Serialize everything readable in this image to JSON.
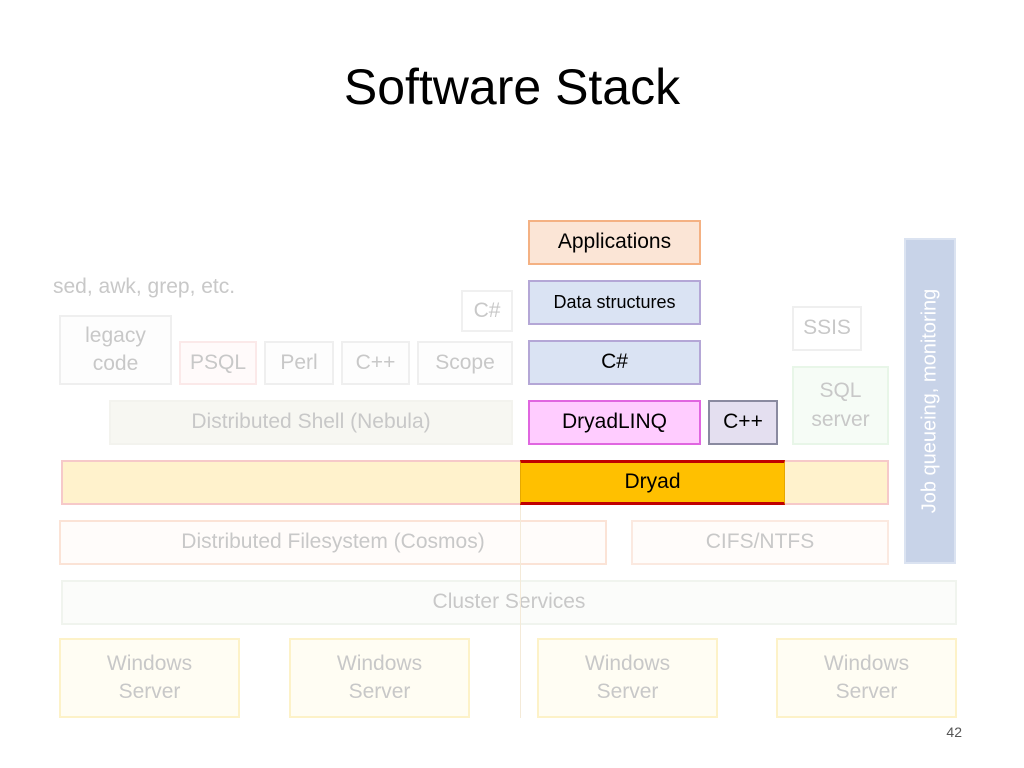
{
  "title": "Software Stack",
  "page_number": "42",
  "left_note": "sed, awk, grep, etc.",
  "layers": {
    "applications": "Applications",
    "data_structures": "Data structures",
    "csharp_main": "C#",
    "dryadlinq": "DryadLINQ",
    "cpp_main": "C++",
    "dryad": "Dryad"
  },
  "left_stack": {
    "csharp_small": "C#",
    "legacy_code": "legacy\ncode",
    "psql": "PSQL",
    "perl": "Perl",
    "cpp": "C++",
    "scope": "Scope",
    "nebula": "Distributed Shell (Nebula)"
  },
  "right_stack": {
    "ssis": "SSIS",
    "sql_server": "SQL\nserver",
    "cifs": "CIFS/NTFS",
    "job_queueing": "Job queueing, monitoring"
  },
  "bottom": {
    "cosmos": "Distributed Filesystem (Cosmos)",
    "cluster": "Cluster Services",
    "servers": [
      "Windows\nServer",
      "Windows\nServer",
      "Windows\nServer",
      "Windows\nServer"
    ]
  },
  "colors": {
    "applications_fill": "#fbe5d6",
    "applications_border": "#f4b183",
    "csharp_fill": "#dae3f3",
    "purple_border": "#b4a7d6",
    "dryadlinq_fill": "#ffccff",
    "dryadlinq_border": "#e066e0",
    "cpp_fill": "#e4dff0",
    "dryad_fill": "#ffc000",
    "dryad_border": "#c00000",
    "dryad_band_fill": "#fff2cc"
  }
}
